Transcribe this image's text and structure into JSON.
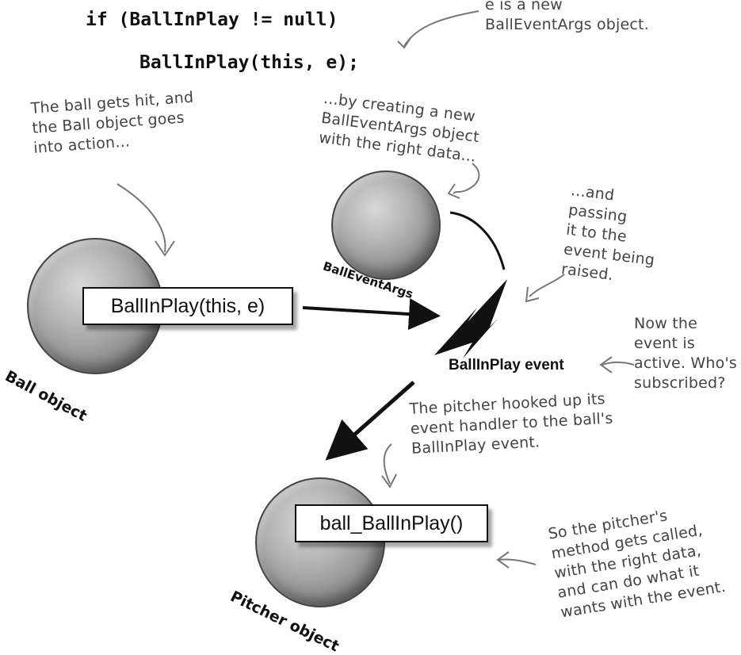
{
  "code": {
    "line1": "if (BallInPlay != null)",
    "line2": "BallInPlay(this, e);"
  },
  "notes": {
    "e_note": [
      "e is a new",
      "BallEventArgs object."
    ],
    "ball_hit": [
      "The ball gets hit, and",
      "the Ball object goes",
      "into action..."
    ],
    "creating": [
      "...by creating a new",
      "BallEventArgs object",
      "with the right data..."
    ],
    "passing": [
      "...and",
      "passing",
      "it to the",
      "event being",
      "raised."
    ],
    "now_active": [
      "Now the",
      "event is",
      "active. Who's",
      "subscribed?"
    ],
    "pitcher_hooked": [
      "The pitcher hooked up its",
      "event handler to the ball's",
      "BallInPlay event."
    ],
    "method_called": [
      "So the pitcher's",
      "method gets called,",
      "with the right data,",
      "and can do what it",
      "wants with the event."
    ]
  },
  "objects": {
    "ball_label": "Ball object",
    "ball_method": "BallInPlay(this, e)",
    "args_label": "BallEventArgs",
    "event_label": "BallInPlay event",
    "pitcher_label": "Pitcher object",
    "pitcher_method": "ball_BallInPlay()"
  }
}
